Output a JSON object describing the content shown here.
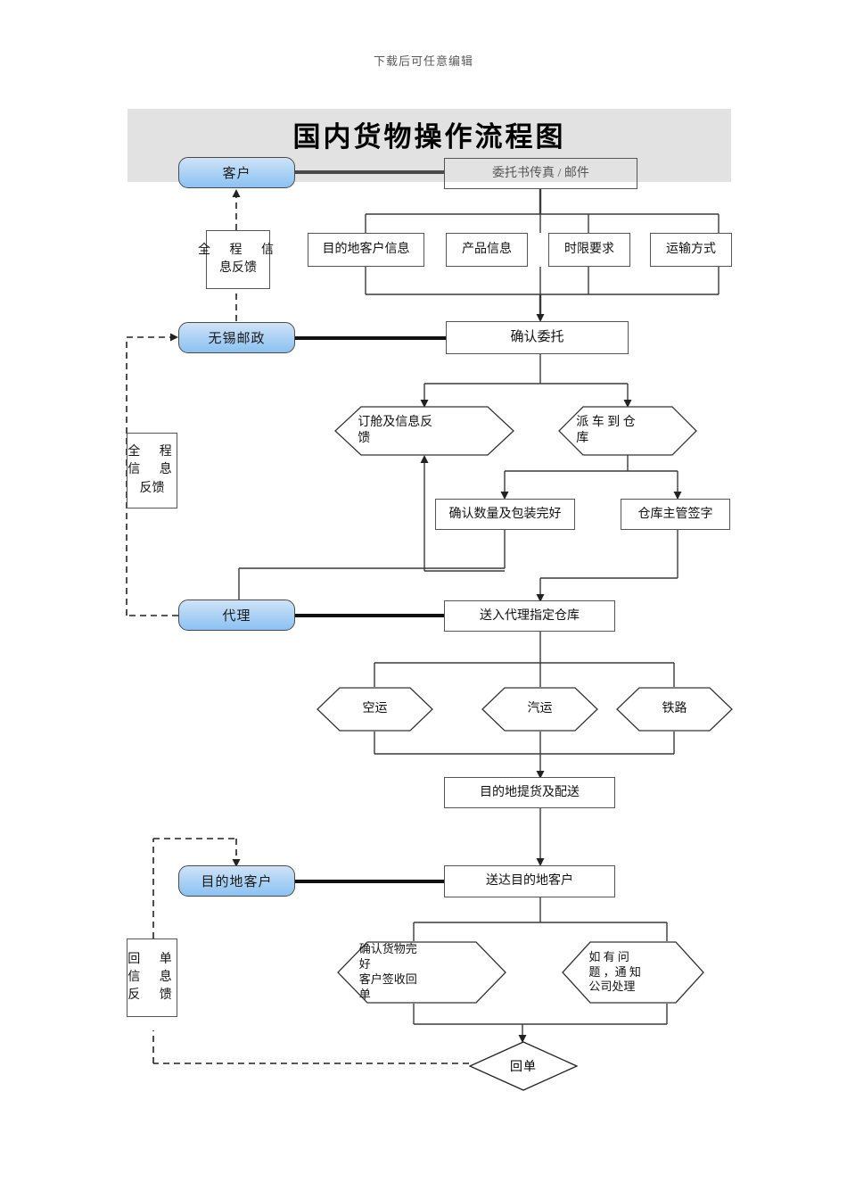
{
  "page": {
    "note": "下载后可任意编辑",
    "title": "国内货物操作流程图",
    "accent": "#8cc2f2",
    "band_color": "#e2e2e2",
    "line_color": "#3a3a3a"
  },
  "lanes": [
    {
      "id": "customer",
      "label": "客户"
    },
    {
      "id": "wuxi-post",
      "label": "无锡邮政"
    },
    {
      "id": "agent",
      "label": "代理"
    },
    {
      "id": "dest-customer",
      "label": "目的地客户"
    }
  ],
  "nodes": {
    "entrust_doc": "委托书传真 / 邮件",
    "dest_info": "目的地客户信息",
    "product_info": "产品信息",
    "time_req": "时限要求",
    "transport_mode": "运输方式",
    "confirm_entrust": "确认委托",
    "booking": "订舱及信息反馈",
    "dispatch": "派车到仓库",
    "check_qty": "确认数量及包装完好",
    "warehouse_sign": "仓库主管签字",
    "send_agent_wh": "送入代理指定仓库",
    "air": "空运",
    "truck": "汽运",
    "rail": "铁路",
    "dest_pickup": "目的地提货及配送",
    "deliver_dest": "送达目的地客户",
    "goods_ok_1": "确认货物完好",
    "goods_ok_2": "客户签收回单",
    "problem": "如有问题，通知公司处理",
    "receipt": "回单"
  },
  "feedback_boxes": [
    {
      "id": "fb-top",
      "lines": [
        "全 程 信",
        "息反馈"
      ]
    },
    {
      "id": "fb-middle",
      "lines": [
        "全 程",
        "信 息",
        "反馈"
      ]
    },
    {
      "id": "fb-bottom",
      "lines": [
        "回 单",
        "信 息",
        "反 馈"
      ]
    }
  ],
  "hex_labels": {
    "booking_l1": "订舱及信息反",
    "booking_l2": "馈",
    "dispatch_l1": "派 车 到 仓",
    "dispatch_l2": "库",
    "goods_l1": "确认货物完",
    "goods_l2": "好",
    "goods_l3": "客户签收回",
    "goods_l4": "单",
    "problem_l1": "如  有  问",
    "problem_l2": "题 ，通 知",
    "problem_l3": "公司处理"
  }
}
